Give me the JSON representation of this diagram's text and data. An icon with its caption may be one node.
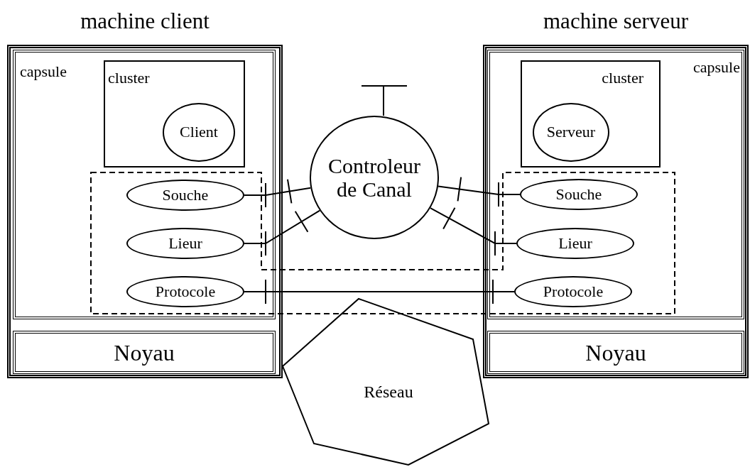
{
  "diagram": {
    "nodes": [
      {
        "text": [
          "machine client"
        ]
      },
      {
        "text": [
          "capsule"
        ],
        "in": 0
      },
      {
        "text": [
          "cluster"
        ],
        "in": 1
      },
      {
        "text": [
          "Client"
        ],
        "in": 2
      },
      {
        "text": [
          "Souche"
        ],
        "in": 1
      },
      {
        "text": [
          "Lieur"
        ],
        "in": 1
      },
      {
        "text": [
          "Protocole"
        ],
        "in": 1
      },
      {
        "text": [
          "Noyau"
        ],
        "in": 0
      },
      {
        "text": [
          "machine serveur"
        ]
      },
      {
        "text": [
          "capsule"
        ],
        "in": 8
      },
      {
        "text": [
          "cluster"
        ],
        "in": 9
      },
      {
        "text": [
          "Serveur"
        ],
        "in": 10
      },
      {
        "text": [
          "Souche"
        ],
        "in": 9
      },
      {
        "text": [
          "Lieur"
        ],
        "in": 9
      },
      {
        "text": [
          "Protocole"
        ],
        "in": 9
      },
      {
        "text": [
          "Noyau"
        ],
        "in": 8
      },
      {
        "text": [
          "Controleur de Canal"
        ]
      },
      {
        "text": [
          "Réseau"
        ]
      }
    ],
    "edges": [
      {
        "from": 4,
        "to": 16,
        "arrow": "other"
      },
      {
        "from": 5,
        "to": 16,
        "arrow": "other"
      },
      {
        "from": 16,
        "to": 12,
        "arrow": "other"
      },
      {
        "from": 16,
        "to": 13,
        "arrow": "other"
      },
      {
        "from": 6,
        "to": 14,
        "arrow": "other"
      }
    ]
  }
}
